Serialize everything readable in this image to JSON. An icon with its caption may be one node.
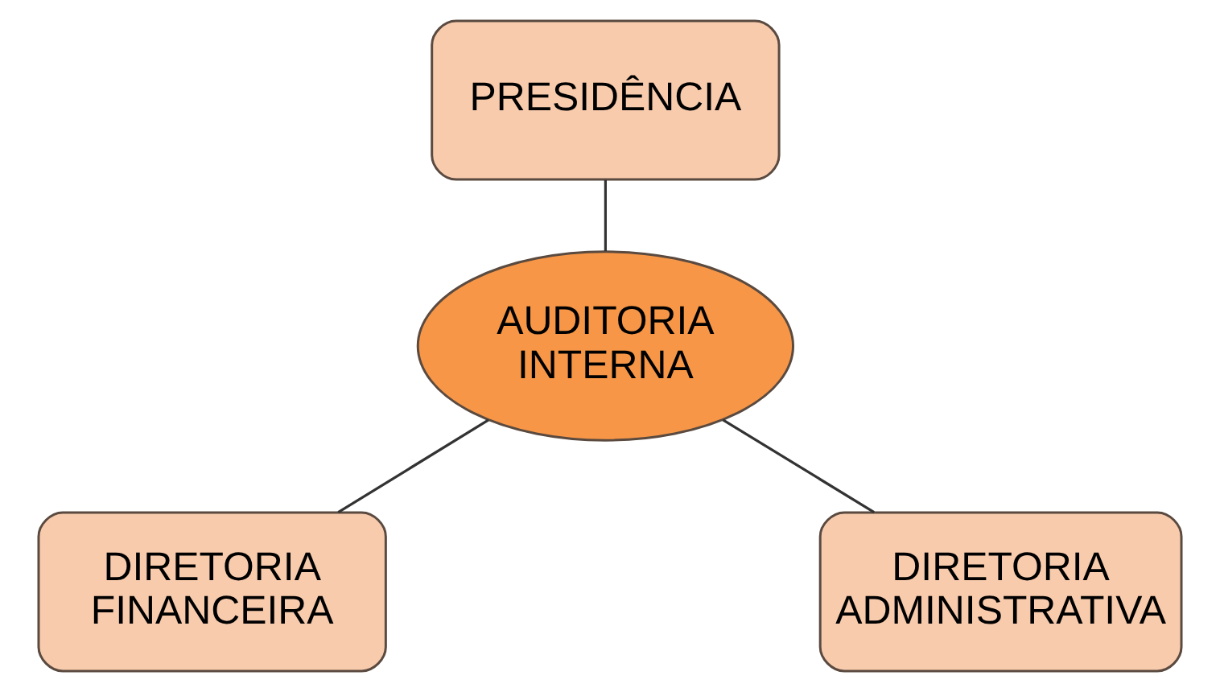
{
  "diagram": {
    "nodes": [
      {
        "text": [
          "PRESIDÊNCIA"
        ]
      },
      {
        "text": [
          "AUDITORIA INTERNA"
        ]
      },
      {
        "text": [
          "DIRETORIA FINANCEIRA"
        ]
      },
      {
        "text": [
          "DIRETORIA ADMINISTRATIVA"
        ]
      }
    ],
    "edges": [
      {
        "from": 0,
        "to": 1,
        "arrow": "none"
      },
      {
        "from": 1,
        "to": 2,
        "arrow": "none"
      },
      {
        "from": 1,
        "to": 3,
        "arrow": "none"
      }
    ]
  }
}
